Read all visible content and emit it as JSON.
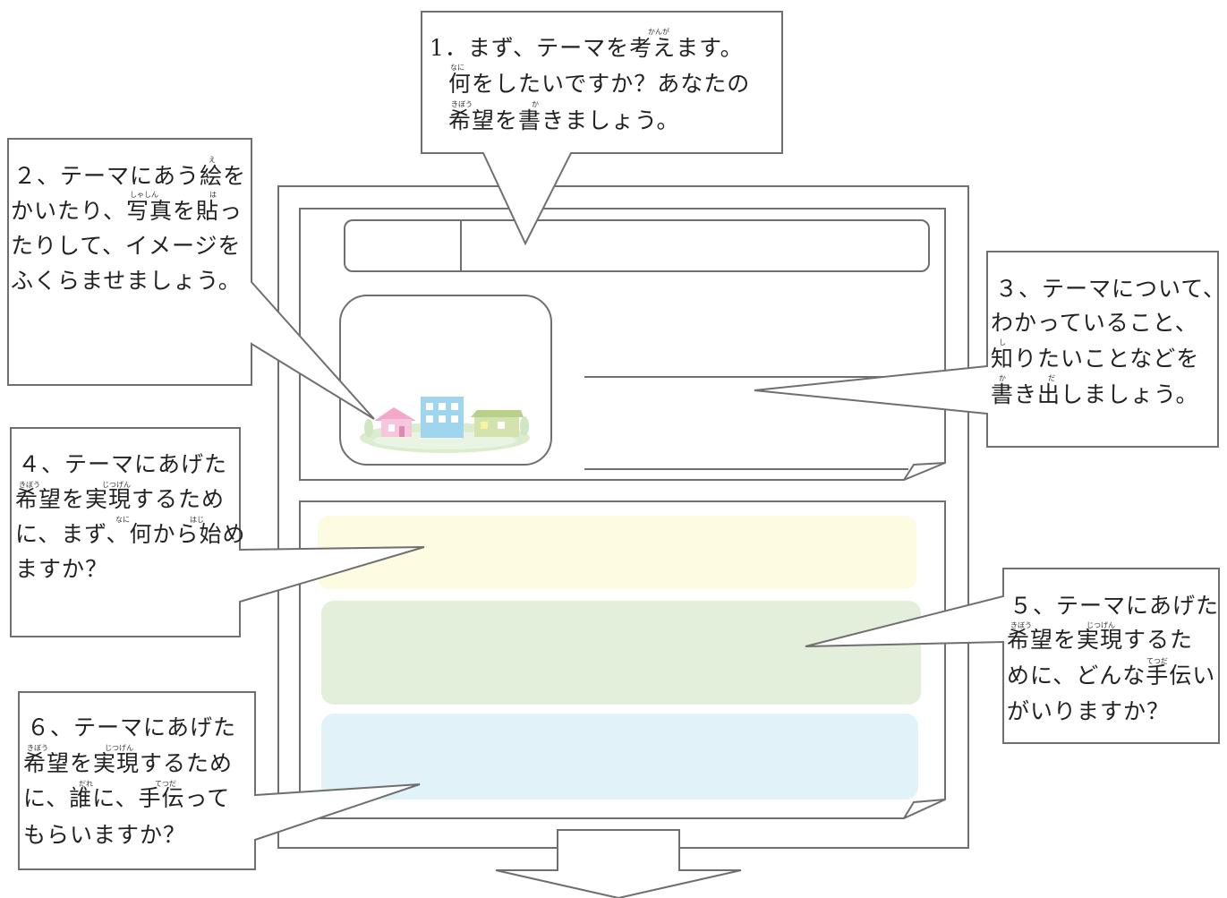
{
  "callouts": {
    "step1": {
      "lines": [
        "1．まず、テーマを考えます。",
        "何をしたいですか？あなたの",
        "希望を書きましょう。"
      ],
      "ruby": [
        "かんが",
        "なに",
        "きぼう",
        "か"
      ]
    },
    "step2": {
      "lines": [
        "２、テーマにあう絵を",
        "かいたり、写真を貼っ",
        "たりして、イメージを",
        "ふくらませましょう。"
      ],
      "ruby": [
        "え",
        "しゃしん",
        "は"
      ]
    },
    "step3": {
      "lines": [
        "３、テーマについて、",
        "わかっていること、",
        "知りたいことなどを",
        "書き出しましょう。"
      ],
      "ruby": [
        "し",
        "か",
        "だ"
      ]
    },
    "step4": {
      "lines": [
        "４、テーマにあげた",
        "希望を実現するため",
        "に、まず、何から始め",
        "ますか？"
      ],
      "ruby": [
        "きぼう",
        "じつげん",
        "なに",
        "はじ"
      ]
    },
    "step5": {
      "lines": [
        "５、テーマにあげた",
        "希望を実現するた",
        "めに、どんな手伝い",
        "がいりますか？"
      ],
      "ruby": [
        "きぼう",
        "じつげん",
        "てつだ"
      ]
    },
    "step6": {
      "lines": [
        "６、テーマにあげた",
        "希望を実現するため",
        "に、誰に、手伝って",
        "もらいますか？"
      ],
      "ruby": [
        "きぼう",
        "じつげん",
        "だれ",
        "てつだ"
      ]
    }
  },
  "colors": {
    "outline": "#6f6f6f",
    "band_yellow": "#fefbe3",
    "band_green": "#e4efdb",
    "band_blue": "#e1f2f8",
    "house_pink": "#f3a7c9",
    "building_blue": "#9fd6ee",
    "house_green": "#b9d08a",
    "grass": "#dbeccf"
  },
  "illustration": {
    "name": "town-illustration"
  }
}
